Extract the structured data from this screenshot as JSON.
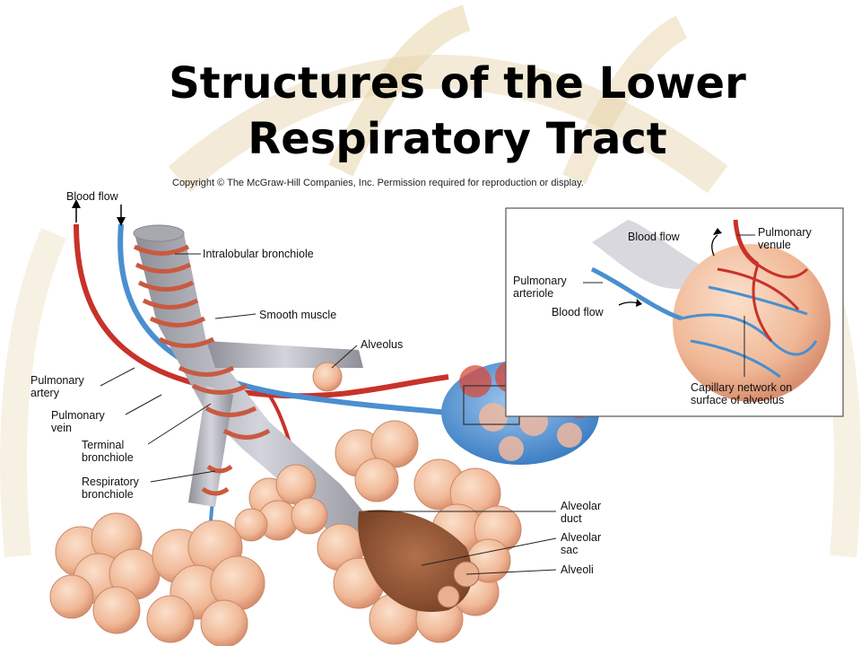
{
  "title": "Structures of the Lower Respiratory Tract",
  "copyright": "Copyright © The McGraw-Hill Companies, Inc. Permission required for reproduction or display.",
  "labels": {
    "blood_flow_left": "Blood flow",
    "intralobular_bronchiole": "Intralobular bronchiole",
    "smooth_muscle": "Smooth muscle",
    "alveolus": "Alveolus",
    "pulmonary_artery": "Pulmonary\nartery",
    "pulmonary_vein": "Pulmonary\nvein",
    "terminal_bronchiole": "Terminal\nbronchiole",
    "respiratory_bronchiole": "Respiratory\nbronchiole",
    "alveolar_duct": "Alveolar\nduct",
    "alveolar_sac": "Alveolar\nsac",
    "alveoli": "Alveoli"
  },
  "inset": {
    "blood_flow_top": "Blood flow",
    "pulmonary_venule": "Pulmonary\nvenule",
    "pulmonary_arteriole": "Pulmonary\narteriole",
    "blood_flow_bottom": "Blood flow",
    "capillary_network": "Capillary network on\nsurface of alveolus"
  },
  "colors": {
    "artery": "#c8322a",
    "vein": "#4a8fd0",
    "alveoli": "#f2c0a0",
    "alveoli_shade": "#d99878",
    "bronchiole": "#b8b8c0",
    "smooth_muscle": "#c85a40",
    "sac_interior": "#9a5a3a",
    "background_arc": "#e8d6b0"
  }
}
